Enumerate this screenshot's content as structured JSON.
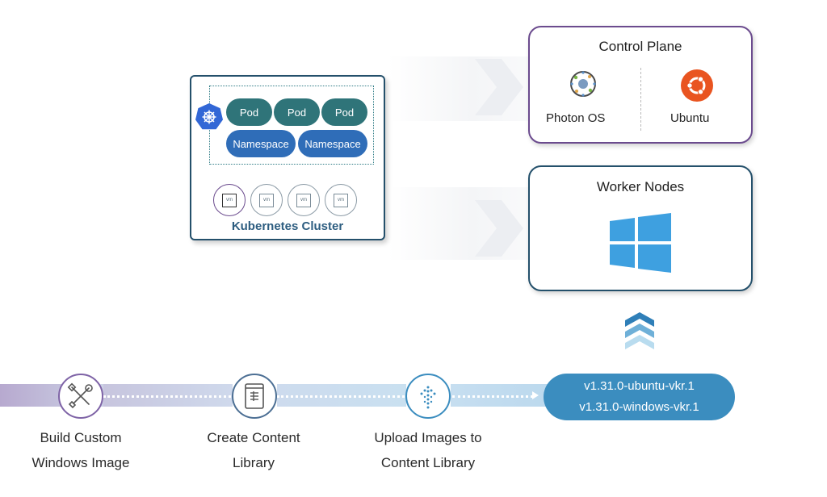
{
  "cluster": {
    "pods": [
      "Pod",
      "Pod",
      "Pod"
    ],
    "namespaces": [
      "Namespace",
      "Namespace"
    ],
    "vm_label": "vm",
    "label": "Kubernetes Cluster"
  },
  "control_plane": {
    "title": "Control Plane",
    "os": [
      "Photon OS",
      "Ubuntu"
    ]
  },
  "worker_nodes": {
    "title": "Worker Nodes"
  },
  "steps": [
    {
      "line1": "Build Custom",
      "line2": "Windows Image"
    },
    {
      "line1": "Create Content",
      "line2": "Library"
    },
    {
      "line1": "Upload Images to",
      "line2": "Content Library"
    }
  ],
  "releases": [
    "v1.31.0-ubuntu-vkr.1",
    "v1.31.0-windows-vkr.1"
  ],
  "colors": {
    "purple": "#6b4b8e",
    "navy": "#24506b",
    "teal_pod": "#2f7479",
    "blue_namespace": "#2f6db8",
    "release_pill": "#3b8dbf",
    "windows_blue": "#3ea0e0",
    "ubuntu_orange": "#e95420"
  }
}
